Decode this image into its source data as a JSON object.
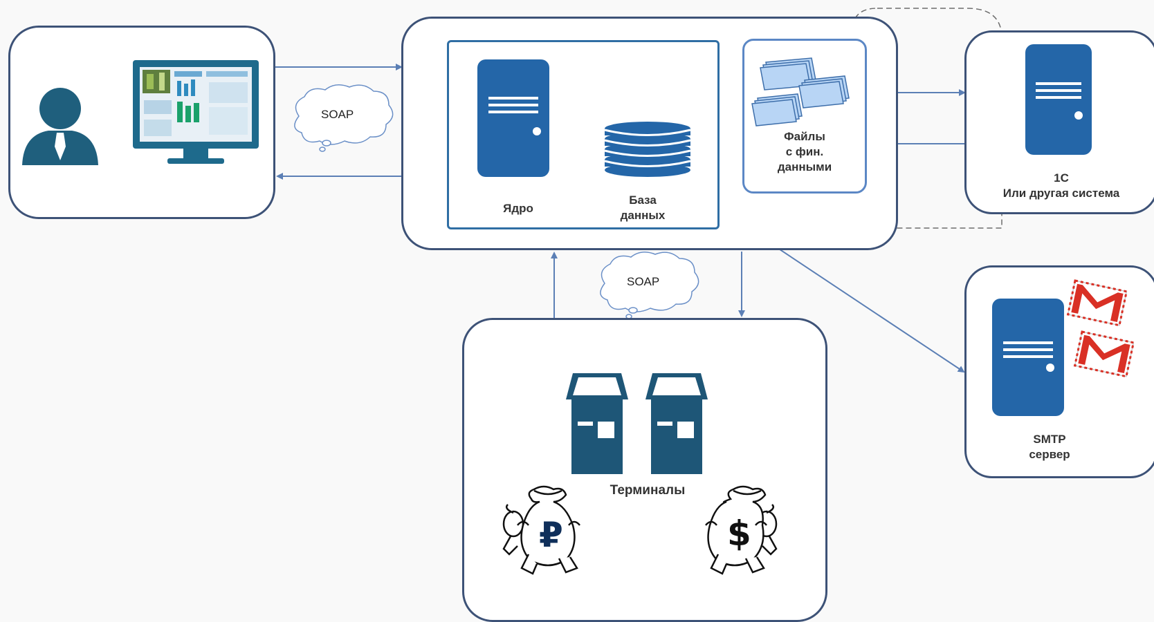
{
  "labels": {
    "core": "Ядро",
    "database": "База\nданных",
    "files": "Файлы\nс фин.\nданными",
    "system_1c": "1С\nИли другая система",
    "smtp": "SMTP\nсервер",
    "terminals": "Терминалы",
    "soap_top": "SOAP",
    "soap_bottom": "SOAP"
  },
  "symbols": {
    "ruble": "₽",
    "dollar": "$"
  },
  "colors": {
    "box_border": "#3d5277",
    "server_blue": "#2466a8",
    "arrow": "#5b7fb5",
    "terminal": "#1e5677",
    "gmail_red": "#d93025"
  }
}
